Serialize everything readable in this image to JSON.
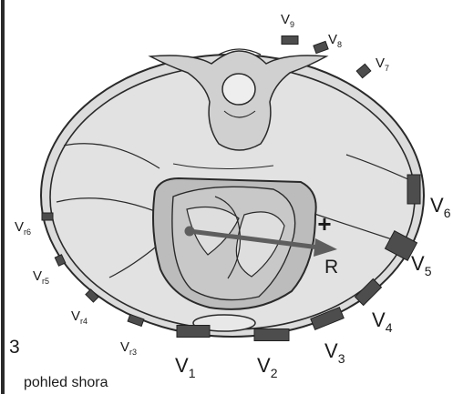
{
  "figure": {
    "number": "3",
    "caption": "pohled shora",
    "vector_end_label": "R",
    "polarity_sign": "+"
  },
  "leads": {
    "precordial": [
      {
        "name": "V",
        "sub": "1"
      },
      {
        "name": "V",
        "sub": "2"
      },
      {
        "name": "V",
        "sub": "3"
      },
      {
        "name": "V",
        "sub": "4"
      },
      {
        "name": "V",
        "sub": "5"
      },
      {
        "name": "V",
        "sub": "6"
      },
      {
        "name": "V",
        "sub": "7"
      },
      {
        "name": "V",
        "sub": "8"
      },
      {
        "name": "V",
        "sub": "9"
      }
    ],
    "right_sided": [
      {
        "name": "V",
        "sub": "r3"
      },
      {
        "name": "V",
        "sub": "r4"
      },
      {
        "name": "V",
        "sub": "r5"
      },
      {
        "name": "V",
        "sub": "r6"
      }
    ]
  },
  "colors": {
    "fill": "#dcdcdc",
    "stroke": "#2a2a2a",
    "electrode": "#4d4d4d",
    "vector": "#5e5e5e",
    "background": "#ffffff"
  }
}
